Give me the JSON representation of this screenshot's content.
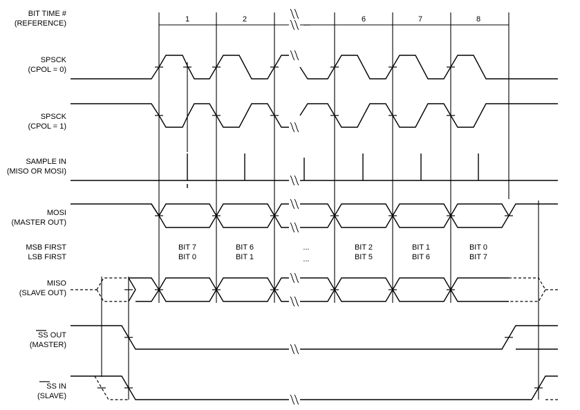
{
  "labels": {
    "bit_time": [
      "BIT TIME #",
      "(REFERENCE)"
    ],
    "spsck0": [
      "SPSCK",
      "(CPOL = 0)"
    ],
    "spsck1": [
      "SPSCK",
      "(CPOL = 1)"
    ],
    "sample": [
      "SAMPLE IN",
      "(MISO OR MOSI)"
    ],
    "mosi": [
      "MOSI",
      "(MASTER OUT)"
    ],
    "order": [
      "MSB FIRST",
      "LSB FIRST"
    ],
    "miso": [
      "MISO",
      "(SLAVE OUT)"
    ],
    "ss_out": [
      "SS OUT",
      "(MASTER)"
    ],
    "ss_in": [
      "SS IN",
      "(SLAVE)"
    ]
  },
  "bit_numbers": [
    "1",
    "2",
    "...",
    "6",
    "7",
    "8"
  ],
  "msb_first": [
    "BIT 7",
    "BIT 6",
    "...",
    "BIT 2",
    "BIT 1",
    "BIT 0"
  ],
  "lsb_first": [
    "BIT 0",
    "BIT 1",
    "...",
    "BIT 5",
    "BIT 6",
    "BIT 7"
  ]
}
